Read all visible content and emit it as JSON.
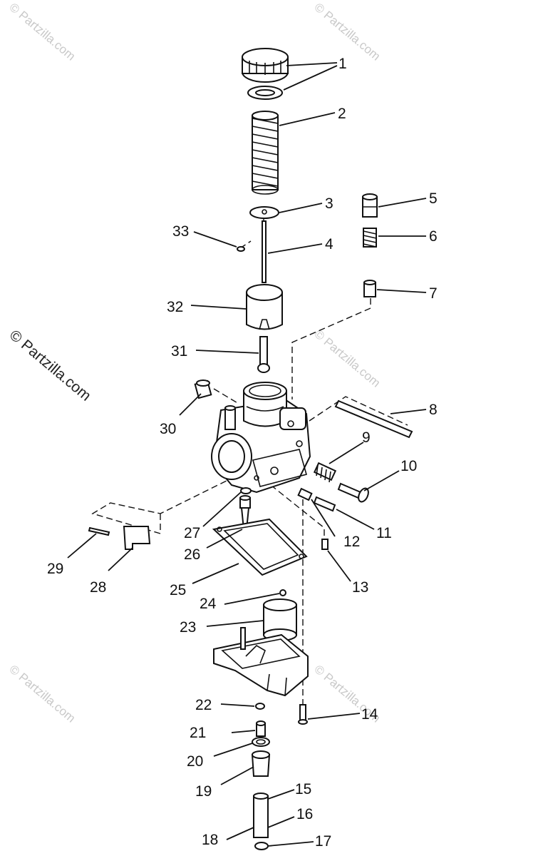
{
  "watermark": "© Partzilla.com",
  "callouts": [
    {
      "id": "1",
      "label": "1"
    },
    {
      "id": "2",
      "label": "2"
    },
    {
      "id": "3",
      "label": "3"
    },
    {
      "id": "4",
      "label": "4"
    },
    {
      "id": "5",
      "label": "5"
    },
    {
      "id": "6",
      "label": "6"
    },
    {
      "id": "7",
      "label": "7"
    },
    {
      "id": "8",
      "label": "8"
    },
    {
      "id": "9",
      "label": "9"
    },
    {
      "id": "10",
      "label": "10"
    },
    {
      "id": "11",
      "label": "11"
    },
    {
      "id": "12",
      "label": "12"
    },
    {
      "id": "13",
      "label": "13"
    },
    {
      "id": "14",
      "label": "14"
    },
    {
      "id": "15",
      "label": "15"
    },
    {
      "id": "16",
      "label": "16"
    },
    {
      "id": "17",
      "label": "17"
    },
    {
      "id": "18",
      "label": "18"
    },
    {
      "id": "19",
      "label": "19"
    },
    {
      "id": "20",
      "label": "20"
    },
    {
      "id": "21",
      "label": "21"
    },
    {
      "id": "22",
      "label": "22"
    },
    {
      "id": "23",
      "label": "23"
    },
    {
      "id": "24",
      "label": "24"
    },
    {
      "id": "25",
      "label": "25"
    },
    {
      "id": "26",
      "label": "26"
    },
    {
      "id": "27",
      "label": "27"
    },
    {
      "id": "28",
      "label": "28"
    },
    {
      "id": "29",
      "label": "29"
    },
    {
      "id": "30",
      "label": "30"
    },
    {
      "id": "31",
      "label": "31"
    },
    {
      "id": "32",
      "label": "32"
    },
    {
      "id": "33",
      "label": "33"
    }
  ]
}
